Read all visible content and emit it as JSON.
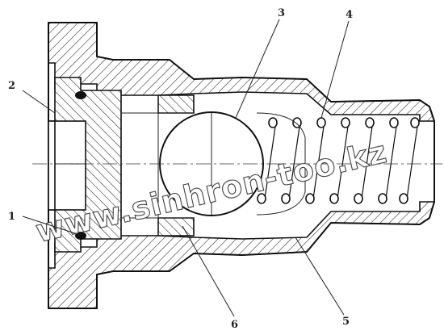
{
  "callouts": {
    "c1": "1",
    "c2": "2",
    "c3": "3",
    "c4": "4",
    "c5": "5",
    "c6": "6"
  },
  "watermark": "www.sinhron-too.kz",
  "colors": {
    "ink": "#111111",
    "paper": "#ffffff"
  }
}
